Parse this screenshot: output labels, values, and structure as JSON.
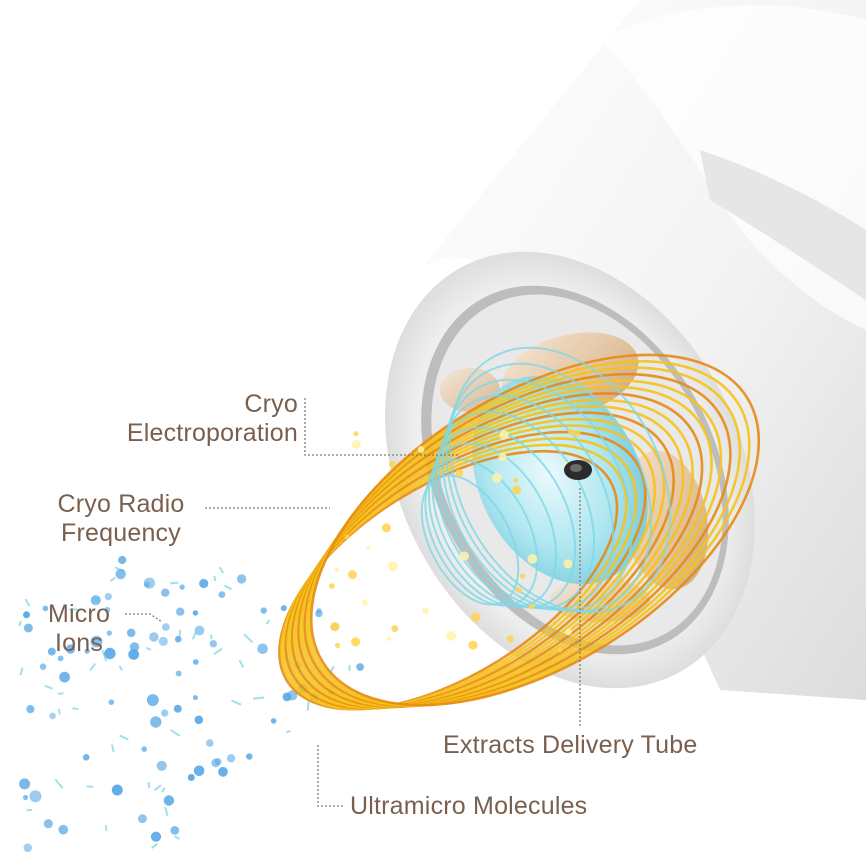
{
  "labels": {
    "cryo_electroporation": [
      "Cryo",
      "Electroporation"
    ],
    "cryo_radio_frequency": [
      "Cryo Radio",
      "Frequency"
    ],
    "micro_ions": [
      "Micro",
      "Ions"
    ],
    "extracts_delivery_tube": "Extracts Delivery Tube",
    "ultramicro_molecules": "Ultramicro Molecules"
  },
  "colors": {
    "label_text": "#7a5f4e",
    "leader_line": "#8a7a70",
    "coil_yellow": "#f5c21b",
    "coil_orange": "#e88a12",
    "coil_cyan": "#7fd7e6",
    "particles": "#5aa9e6",
    "device_body": "#f2f2f2",
    "electrode_gold": "#e6c9a8"
  }
}
